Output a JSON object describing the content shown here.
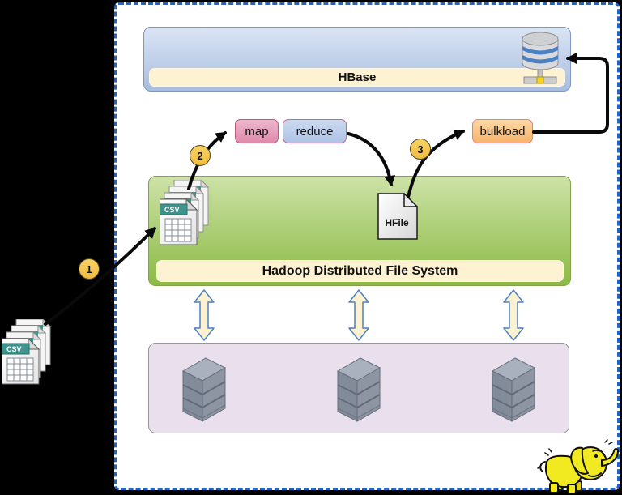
{
  "diagram": {
    "hbase_label": "HBase",
    "hdfs_label": "Hadoop Distributed File System",
    "nodes": {
      "map": "map",
      "reduce": "reduce",
      "bulkload": "bulkload"
    },
    "hfile_label": "HFile",
    "csv_badge": "CSV",
    "steps": [
      "1",
      "2",
      "3"
    ]
  },
  "icons": {
    "database": "database-cylinder-with-network-connector",
    "csv_stack": "stack-of-csv-spreadsheet-files",
    "hfile": "hfile-document",
    "server": "isometric-server-tower",
    "sync_arrow": "vertical-double-headed-arrow",
    "elephant": "hadoop-elephant-logo"
  },
  "colors": {
    "canvas_bg": "#000000",
    "sheet_border": "#1f64c8",
    "hbase_fill_top": "#dae4f4",
    "hbase_fill_bottom": "#a9bede",
    "label_bar_fill": "#fdf3d2",
    "map_fill": "#de8aaa",
    "reduce_fill": "#aec3e6",
    "bulkload_fill": "#f8b36a",
    "node_border_pink": "#c46a84",
    "hdfs_fill_top": "#cde2a7",
    "hdfs_fill_bottom": "#8bba44",
    "datanode_fill": "#e9dfed",
    "step_fill": "#f0bd40",
    "csv_teal": "#3e938d",
    "db_stripe_blue": "#4b80c4",
    "arrow_black": "#0a0a0a",
    "elephant_yellow": "#f2ea20"
  }
}
